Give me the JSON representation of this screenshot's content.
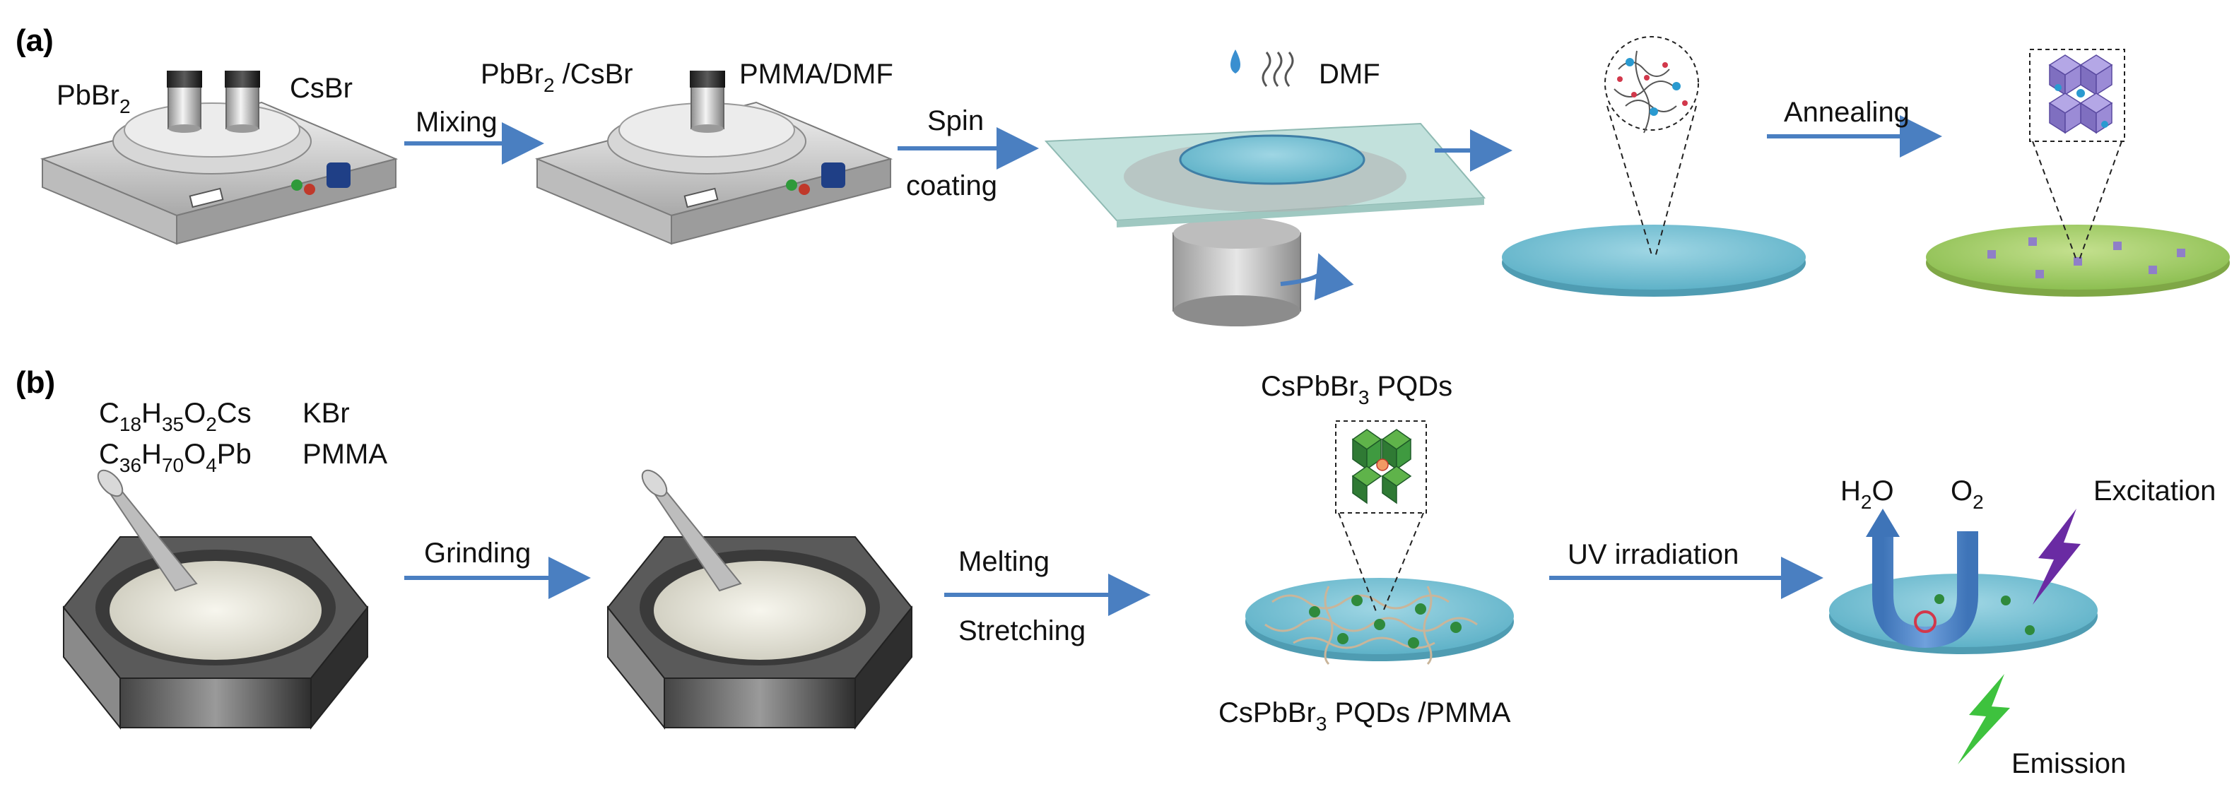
{
  "panels": {
    "a": "(a)",
    "b": "(b)"
  },
  "row_a": {
    "reagent_left": {
      "base": "PbBr",
      "sub": "2"
    },
    "reagent_right": "CsBr",
    "mix_product": {
      "base": "PbBr",
      "sub": "2",
      "rest": " /CsBr"
    },
    "solvent_mix": "PMMA/DMF",
    "step_mixing": "Mixing",
    "step_spin_1": "Spin",
    "step_spin_2": "coating",
    "evaporating": "DMF",
    "step_annealing": "Annealing"
  },
  "row_b": {
    "formula_1": [
      {
        "t": "C"
      },
      {
        "t": "18",
        "sub": true
      },
      {
        "t": "H"
      },
      {
        "t": "35",
        "sub": true
      },
      {
        "t": "O"
      },
      {
        "t": "2",
        "sub": true
      },
      {
        "t": "Cs"
      }
    ],
    "formula_1_partner": "KBr",
    "formula_2": [
      {
        "t": "C"
      },
      {
        "t": "36",
        "sub": true
      },
      {
        "t": "H"
      },
      {
        "t": "70",
        "sub": true
      },
      {
        "t": "O"
      },
      {
        "t": "4",
        "sub": true
      },
      {
        "t": "Pb"
      }
    ],
    "formula_2_partner": "PMMA",
    "step_grinding": "Grinding",
    "step_melting": "Melting",
    "step_stretching": "Stretching",
    "pqd_top": {
      "base": "CsPbBr",
      "sub": "3",
      "rest": " PQDs"
    },
    "pqd_film": {
      "base": "CsPbBr",
      "sub": "3",
      "rest": " PQDs /PMMA"
    },
    "step_uv": "UV irradiation",
    "water": {
      "base": "H",
      "sub": "2",
      "rest": "O"
    },
    "oxygen": {
      "base": "O",
      "sub": "2"
    },
    "excitation": "Excitation",
    "emission": "Emission"
  },
  "colors": {
    "arrow": "#4a7fc1",
    "solution_disk": "#7fc4d6",
    "film_green": "#a9cf6a",
    "octahedra": "#8f7fc8",
    "pqd_green": "#2f8a3c",
    "excitation": "#6a2ba3",
    "emission": "#3ec23e"
  }
}
